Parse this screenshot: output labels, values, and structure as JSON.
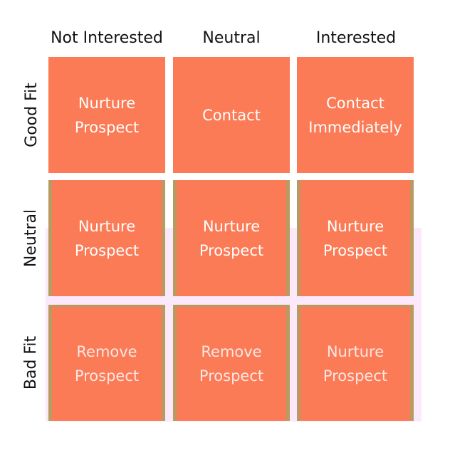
{
  "matrix": {
    "columns": [
      "Not Interested",
      "Neutral",
      "Interested"
    ],
    "rows": [
      "Good Fit",
      "Neutral",
      "Bad Fit"
    ],
    "cells": [
      [
        "Nurture\nProspect",
        "Contact",
        "Contact\nImmediately"
      ],
      [
        "Nurture\nProspect",
        "Nurture\nProspect",
        "Nurture\nProspect"
      ],
      [
        "Remove\nProspect",
        "Remove\nProspect",
        "Nurture\nProspect"
      ]
    ]
  },
  "colors": {
    "cell_fill": "#fb7b56",
    "text": "#ffffff",
    "header_text": "#111111",
    "background": "#ffffff",
    "band": "#fce8fb"
  }
}
